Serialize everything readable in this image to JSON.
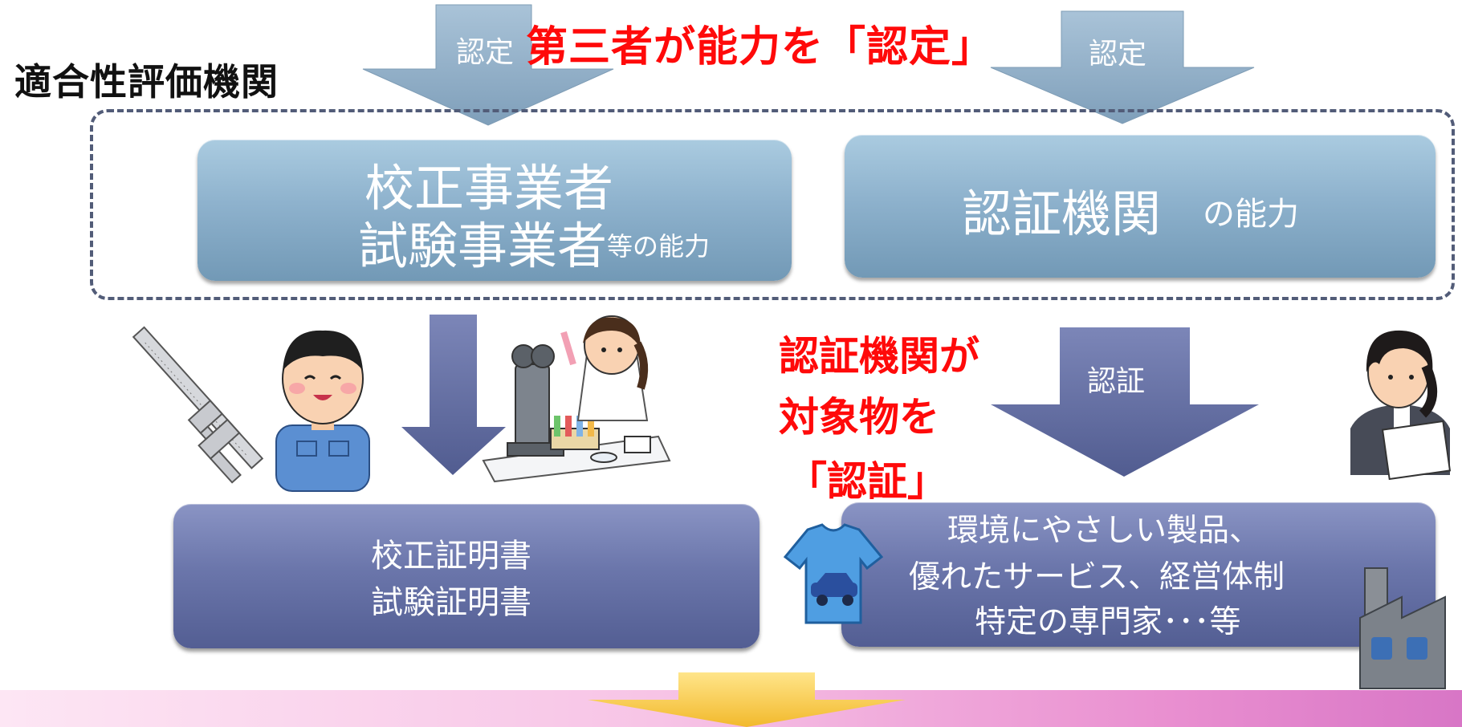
{
  "title": "適合性評価機関",
  "headline": "第三者が能力を「認定」",
  "top_arrows": {
    "left_label": "認定",
    "right_label": "認定"
  },
  "calibration_box": {
    "line1": "校正事業者",
    "line2": "試験事業者",
    "suffix": "等の能力"
  },
  "certification_box": {
    "main": "認証機関",
    "suffix": "の能力"
  },
  "middle_arrow": {
    "label": "認証"
  },
  "red_text": {
    "line1": "認証機関が",
    "line2": "対象物を",
    "line3": "「認証」"
  },
  "certificates_box": {
    "line1": "校正証明書",
    "line2": "試験証明書"
  },
  "objects_box": {
    "line1": "環境にやさしい製品、",
    "line2": "優れたサービス、経営体制",
    "line3": "特定の専門家･･･等"
  },
  "colors": {
    "accent_red": "#ff0a0a",
    "light_blue_box": "#8eb2cd",
    "dark_blue_box": "#6b76ab",
    "down_arrow": "#5f6a9f",
    "yellow_arrow": "#f7c948",
    "pink_band": "#e98fd0"
  }
}
